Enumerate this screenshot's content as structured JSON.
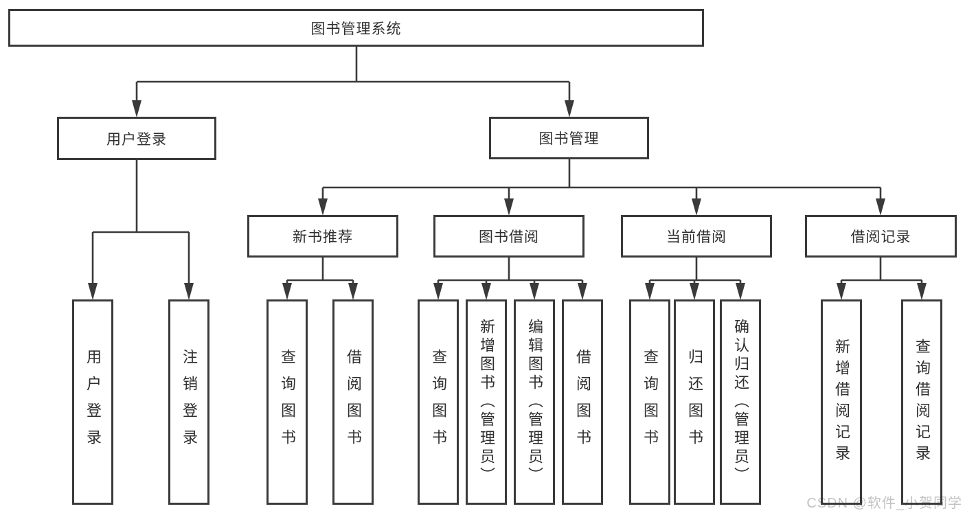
{
  "diagram": {
    "type": "tree-structure-chart",
    "root": {
      "label": "图书管理系统"
    },
    "branches": [
      {
        "label": "用户登录",
        "children": [
          {
            "label": "用户登录"
          },
          {
            "label": "注销登录"
          }
        ]
      },
      {
        "label": "图书管理",
        "children": [
          {
            "label": "新书推荐",
            "children": [
              {
                "label": "查询图书"
              },
              {
                "label": "借阅图书"
              }
            ]
          },
          {
            "label": "图书借阅",
            "children": [
              {
                "label": "查询图书"
              },
              {
                "label": "新增图书（管理员）"
              },
              {
                "label": "编辑图书（管理员）"
              },
              {
                "label": "借阅图书"
              }
            ]
          },
          {
            "label": "当前借阅",
            "children": [
              {
                "label": "查询图书"
              },
              {
                "label": "归还图书"
              },
              {
                "label": "确认归还（管理员）"
              }
            ]
          },
          {
            "label": "借阅记录",
            "children": [
              {
                "label": "新增借阅记录"
              },
              {
                "label": "查询借阅记录"
              }
            ]
          }
        ]
      }
    ]
  },
  "watermark": {
    "label": "CSDN @软件_小贺同学"
  },
  "colors": {
    "background": "#ffffff",
    "box_border": "#3a3a3a",
    "connector": "#3a3a3a",
    "text": "#2f2f2f",
    "watermark": "#c2c2c2"
  }
}
